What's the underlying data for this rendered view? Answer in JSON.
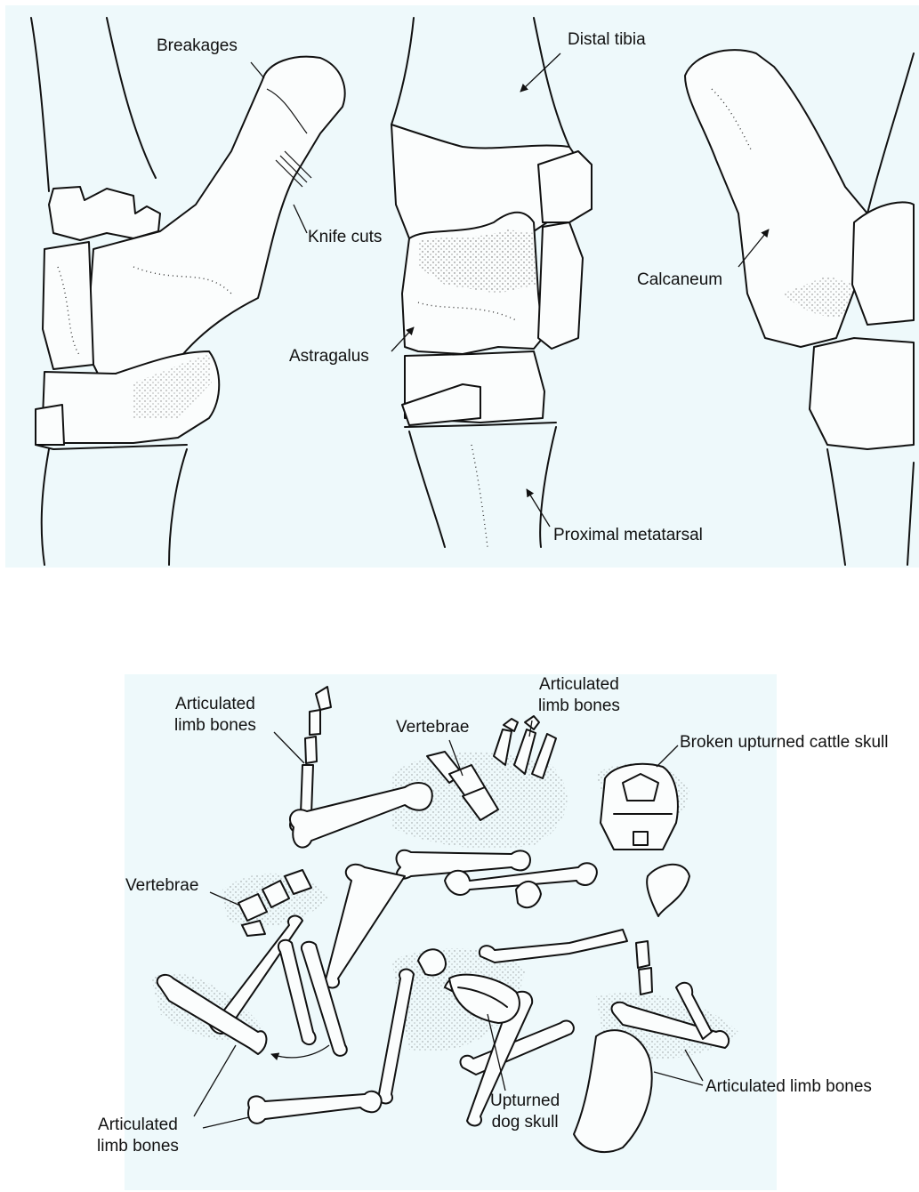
{
  "top_figure": {
    "labels": {
      "breakages": "Breakages",
      "knife_cuts": "Knife cuts",
      "distal_tibia": "Distal tibia",
      "astragalus": "Astragalus",
      "calcaneum": "Calcaneum",
      "proximal_metatarsal": "Proximal metatarsal"
    }
  },
  "bottom_figure": {
    "labels": {
      "articulated_limb_bones_top_left": "Articulated\nlimb bones",
      "vertebrae_top": "Vertebrae",
      "articulated_limb_bones_top_center": "Articulated\nlimb bones",
      "broken_cattle_skull": "Broken upturned cattle skull",
      "vertebrae_left": "Vertebrae",
      "articulated_limb_bones_bottom_left": "Articulated\nlimb bones",
      "upturned_dog_skull": "Upturned\ndog skull",
      "articulated_limb_bones_bottom_right": "Articulated limb bones"
    }
  },
  "colors": {
    "panel_background": "#eef9fb",
    "ink": "#111111"
  }
}
